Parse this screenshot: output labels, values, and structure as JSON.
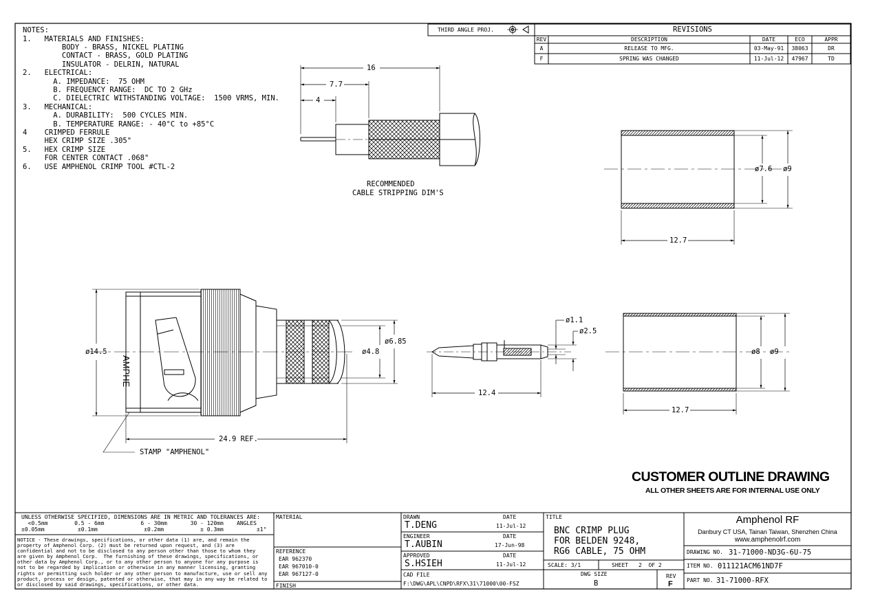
{
  "notes": {
    "heading": "NOTES:",
    "lines": [
      "1.   MATERIALS AND FINISHES:",
      "         BODY - BRASS, NICKEL PLATING",
      "         CONTACT - BRASS, GOLD PLATING",
      "         INSULATOR - DELRIN, NATURAL",
      "2.   ELECTRICAL:",
      "       A. IMPEDANCE:  75 OHM",
      "       B. FREQUENCY RANGE:  DC TO 2 GHz",
      "       C. DIELECTRIC WITHSTANDING VOLTAGE:  1500 VRMS, MIN.",
      "3.   MECHANICAL:",
      "       A. DURABILITY:  500 CYCLES MIN.",
      "       B. TEMPERATURE RANGE: - 40°C to +85°C",
      "4    CRIMPED FERRULE",
      "     HEX CRIMP SIZE .305\"",
      "5.   HEX CRIMP SIZE",
      "     FOR CENTER CONTACT .068\"",
      "6.   USE AMPHENOL CRIMP TOOL #CTL-2"
    ]
  },
  "projection": "THIRD ANGLE PROJ.",
  "revisions": {
    "title": "REVISIONS",
    "headers": [
      "REV",
      "DESCRIPTION",
      "DATE",
      "ECO",
      "APPR"
    ],
    "rows": [
      [
        "A",
        "RELEASE TO MFG.",
        "03-May-91",
        "38063",
        "DR"
      ],
      [
        "F",
        "SPRING WAS CHANGED",
        "11-Jul-12",
        "47967",
        "TD"
      ]
    ]
  },
  "dims": {
    "strip_16": "16",
    "strip_77": "7.7",
    "strip_4": "4",
    "strip_caption_1": "RECOMMENDED",
    "strip_caption_2": "CABLE STRIPPING DIM'S",
    "ferrule1_id": "ø7.6",
    "ferrule1_od": "ø9",
    "ferrule1_len": "12.7",
    "plug_dia": "ø14.5",
    "plug_ferrule_id": "ø4.8",
    "plug_ferrule_od": "ø6.85",
    "plug_len": "24.9 REF.",
    "stamp_word": "AMPHE",
    "stamp_note": "STAMP \"AMPHENOL\"",
    "pin_d1": "ø1.1",
    "pin_d2": "ø2.5",
    "pin_len": "12.4",
    "ferrule2_id": "ø8",
    "ferrule2_od": "ø9",
    "ferrule2_len": "12.7"
  },
  "banner": {
    "title": "CUSTOMER OUTLINE DRAWING",
    "subtitle": "ALL OTHER SHEETS ARE FOR INTERNAL USE ONLY"
  },
  "titleblock": {
    "tol_heading": "UNLESS OTHERWISE SPECIFIED, DIMENSIONS ARE IN METRIC AND TOLERANCES ARE:",
    "tol_ranges": "  <0.5mm        0.5 - 6mm           6 - 30mm       30 - 120mm    ANGLES",
    "tol_values": "±0.05mm          ±0.1mm              ±0.2mm           ± 0.3mm          ±1°",
    "notice": [
      "NOTICE - These drawings, specifications, or other data (1) are, and remain the",
      "property of Amphenol Corp. (2) must be returned upon request, and (3) are",
      "confidential and not to be disclosed to any person other than those to whom they",
      "are given by Amphenol Corp.  The furnishing of these drawings, specifications, or",
      "other data by Amphenol Corp., or to any other person to anyone for any purpose is",
      "not to be regarded by implication or otherwise in any manner licensing, granting",
      "rights or permitting such holder or any other person to manufacture, use or sell any",
      "product, process or design, patented or otherwise, that may in any way be related to",
      "or disclosed by said drawings, specifications, or other data."
    ],
    "material_label": "MATERIAL",
    "reference_label": "REFERENCE",
    "references": [
      "EAR 962370",
      "EAR 967010-0",
      "EAR 967127-0"
    ],
    "finish_label": "FINISH",
    "drawn_label": "DRAWN",
    "drawn_name": "T.DENG",
    "drawn_date": "11-Jul-12",
    "engineer_label": "ENGINEER",
    "engineer_name": "T.AUBIN",
    "engineer_date": "17-Jun-98",
    "approved_label": "APPROVED",
    "approved_name": "S.HSIEH",
    "approved_date": "11-Jul-12",
    "date_label": "DATE",
    "cad_label": "CAD FILE",
    "cad_path": "F:\\DWG\\APL\\CNPD\\RFX\\31\\71000\\00-FSZ",
    "title_label": "TITLE",
    "title_lines": [
      "BNC CRIMP PLUG",
      "FOR BELDEN 9248,",
      "RG6 CABLE, 75 OHM"
    ],
    "scale_label": "SCALE: 3/1",
    "sheet_label": "SHEET",
    "sheet_value": "2  OF 2",
    "dwg_size_label": "DWG SIZE",
    "dwg_size": "B",
    "rev_label": "REV",
    "rev": "F",
    "company": "Amphenol RF",
    "company_loc": "Danbury CT USA, Tainan Taiwan, Shenzhen China",
    "company_web": "www.amphenolrf.com",
    "drawing_no_label": "DRAWING NO.",
    "drawing_no": "31-71000-ND3G-6U-75",
    "item_no_label": "ITEM NO.",
    "item_no": "011121ACM61ND7F",
    "part_no_label": "PART NO.",
    "part_no": "31-71000-RFX"
  }
}
